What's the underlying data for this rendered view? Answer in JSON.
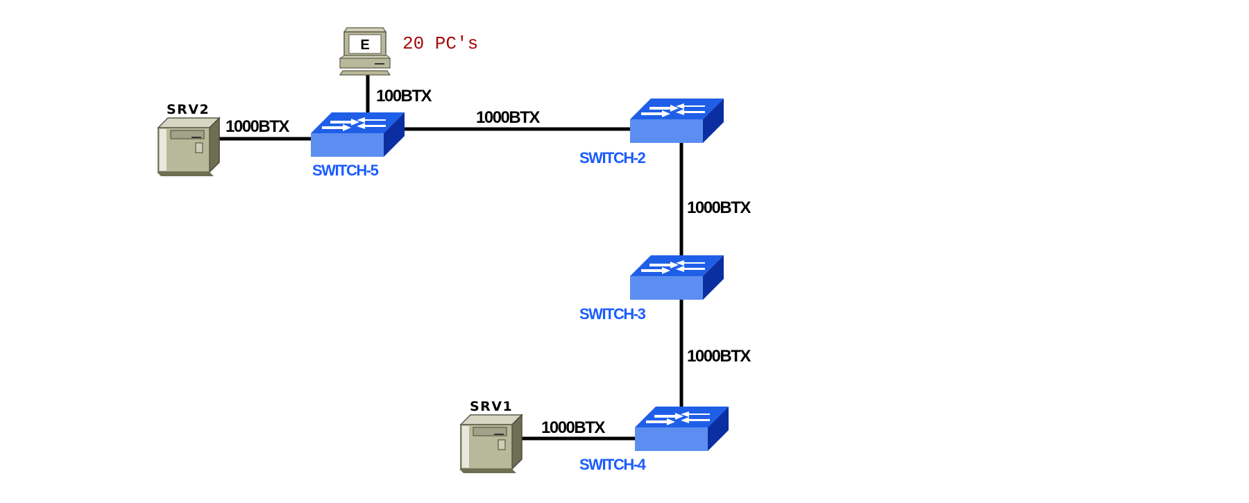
{
  "diagram": {
    "title": "Network topology",
    "nodes": {
      "pc_group": {
        "type": "workstation",
        "icon": "pc-icon",
        "screen_letter": "E",
        "count_label": "20 PC's"
      },
      "srv2": {
        "type": "server",
        "icon": "server-icon",
        "label": "SRV2"
      },
      "srv1": {
        "type": "server",
        "icon": "server-icon",
        "label": "SRV1"
      },
      "switch5": {
        "type": "switch",
        "icon": "switch-icon",
        "label": "SWITCH-5"
      },
      "switch2": {
        "type": "switch",
        "icon": "switch-icon",
        "label": "SWITCH-2"
      },
      "switch3": {
        "type": "switch",
        "icon": "switch-icon",
        "label": "SWITCH-3"
      },
      "switch4": {
        "type": "switch",
        "icon": "switch-icon",
        "label": "SWITCH-4"
      }
    },
    "links": [
      {
        "from": "pc_group",
        "to": "switch5",
        "label": "100BTX"
      },
      {
        "from": "srv2",
        "to": "switch5",
        "label": "1000BTX"
      },
      {
        "from": "switch5",
        "to": "switch2",
        "label": "1000BTX"
      },
      {
        "from": "switch2",
        "to": "switch3",
        "label": "1000BTX"
      },
      {
        "from": "switch3",
        "to": "switch4",
        "label": "1000BTX"
      },
      {
        "from": "srv1",
        "to": "switch4",
        "label": "1000BTX"
      }
    ],
    "colors": {
      "switch_top": "#1f5fe8",
      "switch_front": "#5b8ef0",
      "switch_side": "#0b2fa0",
      "switch_label": "#1a5cff",
      "server_body": "#b8b89a",
      "pc_count": "#a50a0a",
      "link": "#000000"
    }
  }
}
